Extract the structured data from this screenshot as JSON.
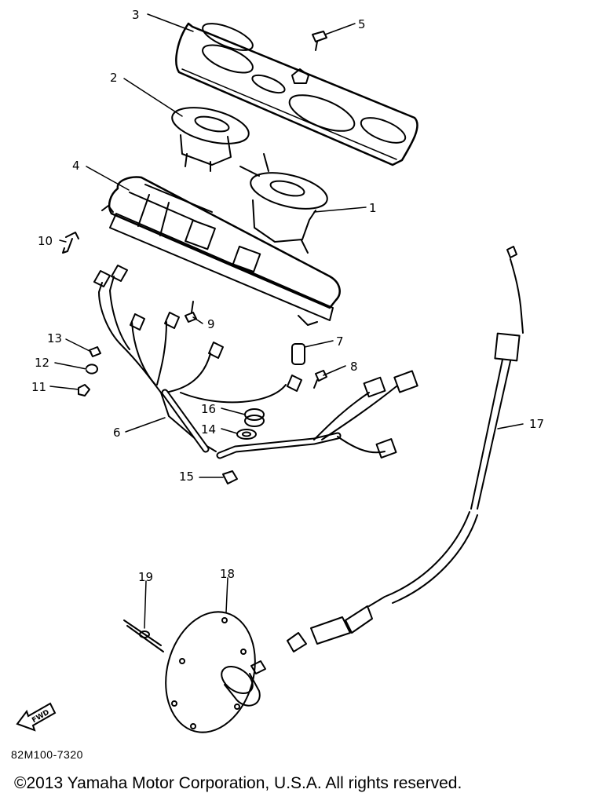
{
  "callouts": [
    {
      "id": "1",
      "text": "1"
    },
    {
      "id": "2",
      "text": "2"
    },
    {
      "id": "3",
      "text": "3"
    },
    {
      "id": "4",
      "text": "4"
    },
    {
      "id": "5",
      "text": "5"
    },
    {
      "id": "6",
      "text": "6"
    },
    {
      "id": "7",
      "text": "7"
    },
    {
      "id": "8",
      "text": "8"
    },
    {
      "id": "9",
      "text": "9"
    },
    {
      "id": "10",
      "text": "10"
    },
    {
      "id": "11",
      "text": "11"
    },
    {
      "id": "12",
      "text": "12"
    },
    {
      "id": "13",
      "text": "13"
    },
    {
      "id": "14",
      "text": "14"
    },
    {
      "id": "15",
      "text": "15"
    },
    {
      "id": "16",
      "text": "16"
    },
    {
      "id": "17",
      "text": "17"
    },
    {
      "id": "18",
      "text": "18"
    },
    {
      "id": "19",
      "text": "19"
    }
  ],
  "fwd_label": "FWD",
  "drawing_code": "82M100-7320",
  "copyright": "©2013 Yamaha Motor Corporation, U.S.A. All rights reserved."
}
